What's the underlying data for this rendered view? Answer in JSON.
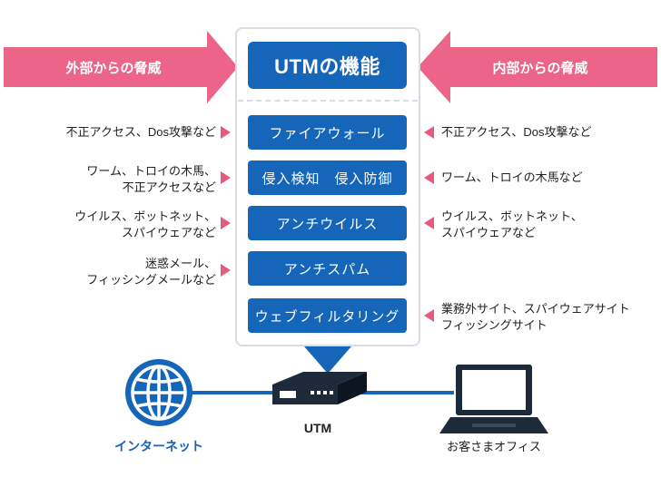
{
  "colors": {
    "brand_blue": "#1565b8",
    "threat_pink": "#ec6488",
    "pointer_pink": "#e65a7e",
    "panel_border": "#d9dde3"
  },
  "header": {
    "external_threat": "外部からの脅威",
    "utm_functions": "UTMの機能",
    "internal_threat": "内部からの脅威"
  },
  "functions": [
    "ファイアウォール",
    "侵入検知　侵入防御",
    "アンチウイルス",
    "アンチスパム",
    "ウェブフィルタリング"
  ],
  "external_threats": [
    [
      "不正アクセス、Dos攻撃など"
    ],
    [
      "ワーム、トロイの木馬、",
      "不正アクセスなど"
    ],
    [
      "ウイルス、ボットネット、",
      "スパイウェアなど"
    ],
    [
      "迷惑メール、",
      "フィッシングメールなど"
    ]
  ],
  "internal_threats": [
    [
      "不正アクセス、Dos攻撃など"
    ],
    [
      "ワーム、トロイの木馬など"
    ],
    [
      "ウイルス、ボットネット、",
      "スパイウェアなど"
    ],
    [
      "業務外サイト、スパイウェアサイト",
      "フィッシングサイト"
    ]
  ],
  "network": {
    "internet_label": "インターネット",
    "utm_label": "UTM",
    "office_label": "お客さまオフィス",
    "internet_icon": "globe-icon",
    "utm_icon": "appliance-icon",
    "office_icon": "laptop-icon"
  }
}
